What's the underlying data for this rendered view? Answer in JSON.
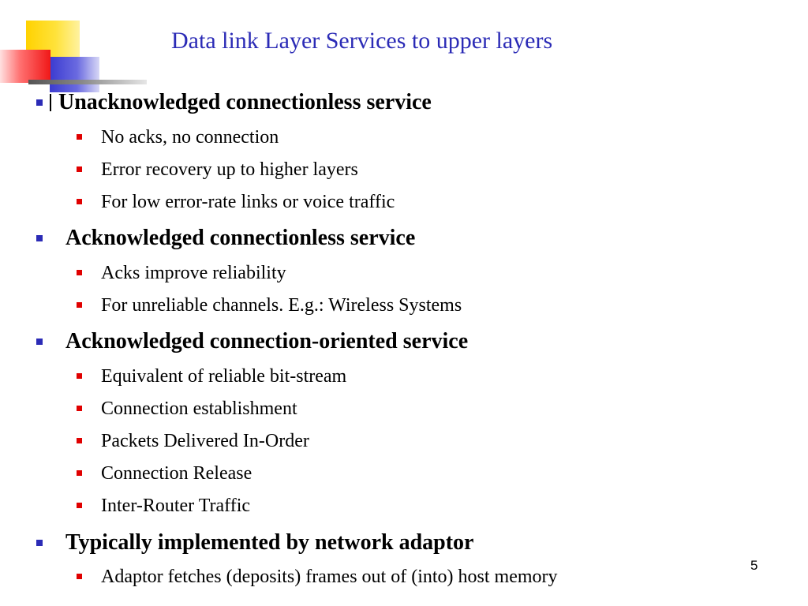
{
  "slide": {
    "title": "Data link Layer Services to upper layers",
    "page_number": "5",
    "colors": {
      "title": "#2b2bb6",
      "bullet_l1": "#2b2bb6",
      "bullet_l2": "#e00000",
      "deco_yellow": "#ffd200",
      "deco_blue": "#3b3bd0",
      "deco_red": "#f01818"
    },
    "sections": [
      {
        "heading": "Unacknowledged connectionless service",
        "items": [
          "No acks, no connection",
          "Error recovery up to higher layers",
          "For low error-rate links or voice traffic"
        ]
      },
      {
        "heading": "Acknowledged connectionless service",
        "items": [
          "Acks improve reliability",
          "For unreliable channels. E.g.: Wireless Systems"
        ]
      },
      {
        "heading": "Acknowledged connection-oriented service",
        "items": [
          "Equivalent of reliable bit-stream",
          "Connection establishment",
          "Packets Delivered In-Order",
          "Connection Release",
          "Inter-Router Traffic"
        ]
      },
      {
        "heading": "Typically implemented by network adaptor",
        "items": [
          "Adaptor fetches (deposits) frames out of (into) host memory"
        ]
      }
    ]
  }
}
